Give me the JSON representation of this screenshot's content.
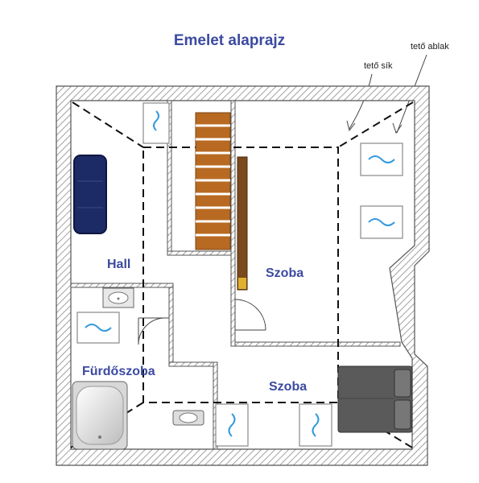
{
  "title": "Emelet alaprajz",
  "annotations": {
    "roof_plane": "tető sík",
    "roof_window": "tető ablak"
  },
  "rooms": {
    "hall": "Hall",
    "room_upper": "Szoba",
    "bathroom": "Fürdőszoba",
    "room_lower": "Szoba"
  },
  "colors": {
    "label": "#3b4aa0",
    "wall_hatch": "#888888",
    "sofa": "#1c2a66",
    "stairs": "#b5651d",
    "bed": "#555555",
    "window_wave": "#3399dd"
  },
  "icons": {
    "roof_window": "roof-window-icon",
    "sink": "sink-icon",
    "bathtub": "bathtub-icon",
    "toilet": "toilet-icon",
    "door": "door-swing-icon"
  }
}
